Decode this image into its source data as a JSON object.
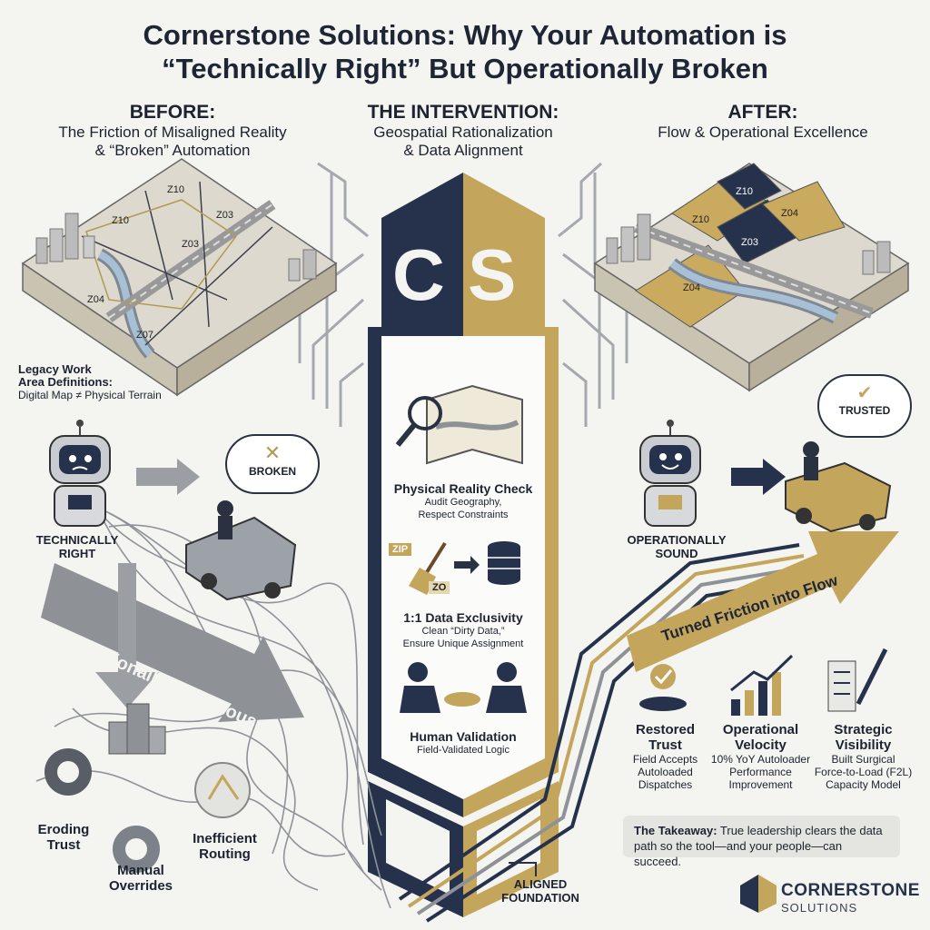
{
  "title": {
    "line1": "Cornerstone Solutions: Why Your Automation is",
    "line2": "“Technically Right” But Operationally Broken"
  },
  "before": {
    "heading": "BEFORE:",
    "subheading_line1": "The Friction of Misaligned Reality",
    "subheading_line2": "& “Broken” Automation",
    "map_zones": [
      "Z10",
      "Z10",
      "Z03",
      "Z03",
      "Z04",
      "Z07"
    ],
    "legacy_line1": "Legacy Work",
    "legacy_line2": "Area Definitions:",
    "legacy_line3": "Digital Map ≠ Physical Terrain",
    "bubble": "BROKEN",
    "robot_label_line1": "TECHNICALLY",
    "robot_label_line2": "RIGHT",
    "arrow_text": "Operationally Disastrous",
    "issues": [
      {
        "line1": "Eroding",
        "line2": "Trust"
      },
      {
        "line1": "Manual",
        "line2": "Overrides"
      },
      {
        "line1": "Inefficient",
        "line2": "Routing"
      }
    ]
  },
  "intervention": {
    "heading": "THE INTERVENTION:",
    "subheading_line1": "Geospatial Rationalization",
    "subheading_line2": "& Data Alignment",
    "steps": [
      {
        "title": "Physical Reality Check",
        "line1": "Audit Geography,",
        "line2": "Respect Constraints"
      },
      {
        "title": "1:1 Data Exclusivity",
        "line1": "Clean “Dirty Data,”",
        "line2": "Ensure Unique Assignment"
      },
      {
        "title": "Human Validation",
        "line1": "Field-Validated Logic",
        "line2": ""
      }
    ],
    "tag_zip": "ZIP",
    "tag_zo": "ZO",
    "foundation_line1": "ALIGNED",
    "foundation_line2": "FOUNDATION"
  },
  "after": {
    "heading": "AFTER:",
    "subheading": "Flow & Operational Excellence",
    "map_zones": [
      "Z10",
      "Z10",
      "Z04",
      "Z03",
      "Z04"
    ],
    "bubble": "TRUSTED",
    "robot_label_line1": "OPERATIONALLY",
    "robot_label_line2": "SOUND",
    "arrow_text": "Turned Friction into Flow",
    "outcomes": [
      {
        "title_line1": "Restored",
        "title_line2": "Trust",
        "line1": "Field Accepts",
        "line2": "Autoloaded",
        "line3": "Dispatches"
      },
      {
        "title_line1": "Operational",
        "title_line2": "Velocity",
        "line1": "10% YoY Autoloader",
        "line2": "Performance",
        "line3": "Improvement"
      },
      {
        "title_line1": "Strategic",
        "title_line2": "Visibility",
        "line1": "Built Surgical",
        "line2": "Force-to-Load (F2L)",
        "line3": "Capacity Model"
      }
    ],
    "takeaway_label": "The Takeaway:",
    "takeaway_line1": " True leadership clears the data",
    "takeaway_line2": "path so the tool—and your people—can succeed."
  },
  "brand": {
    "name": "CORNERSTONE",
    "tagline": "SOLUTIONS"
  },
  "colors": {
    "navy": "#26324c",
    "gold": "#c3a55c",
    "gray": "#8e9196",
    "paper": "#f4f4f1"
  }
}
